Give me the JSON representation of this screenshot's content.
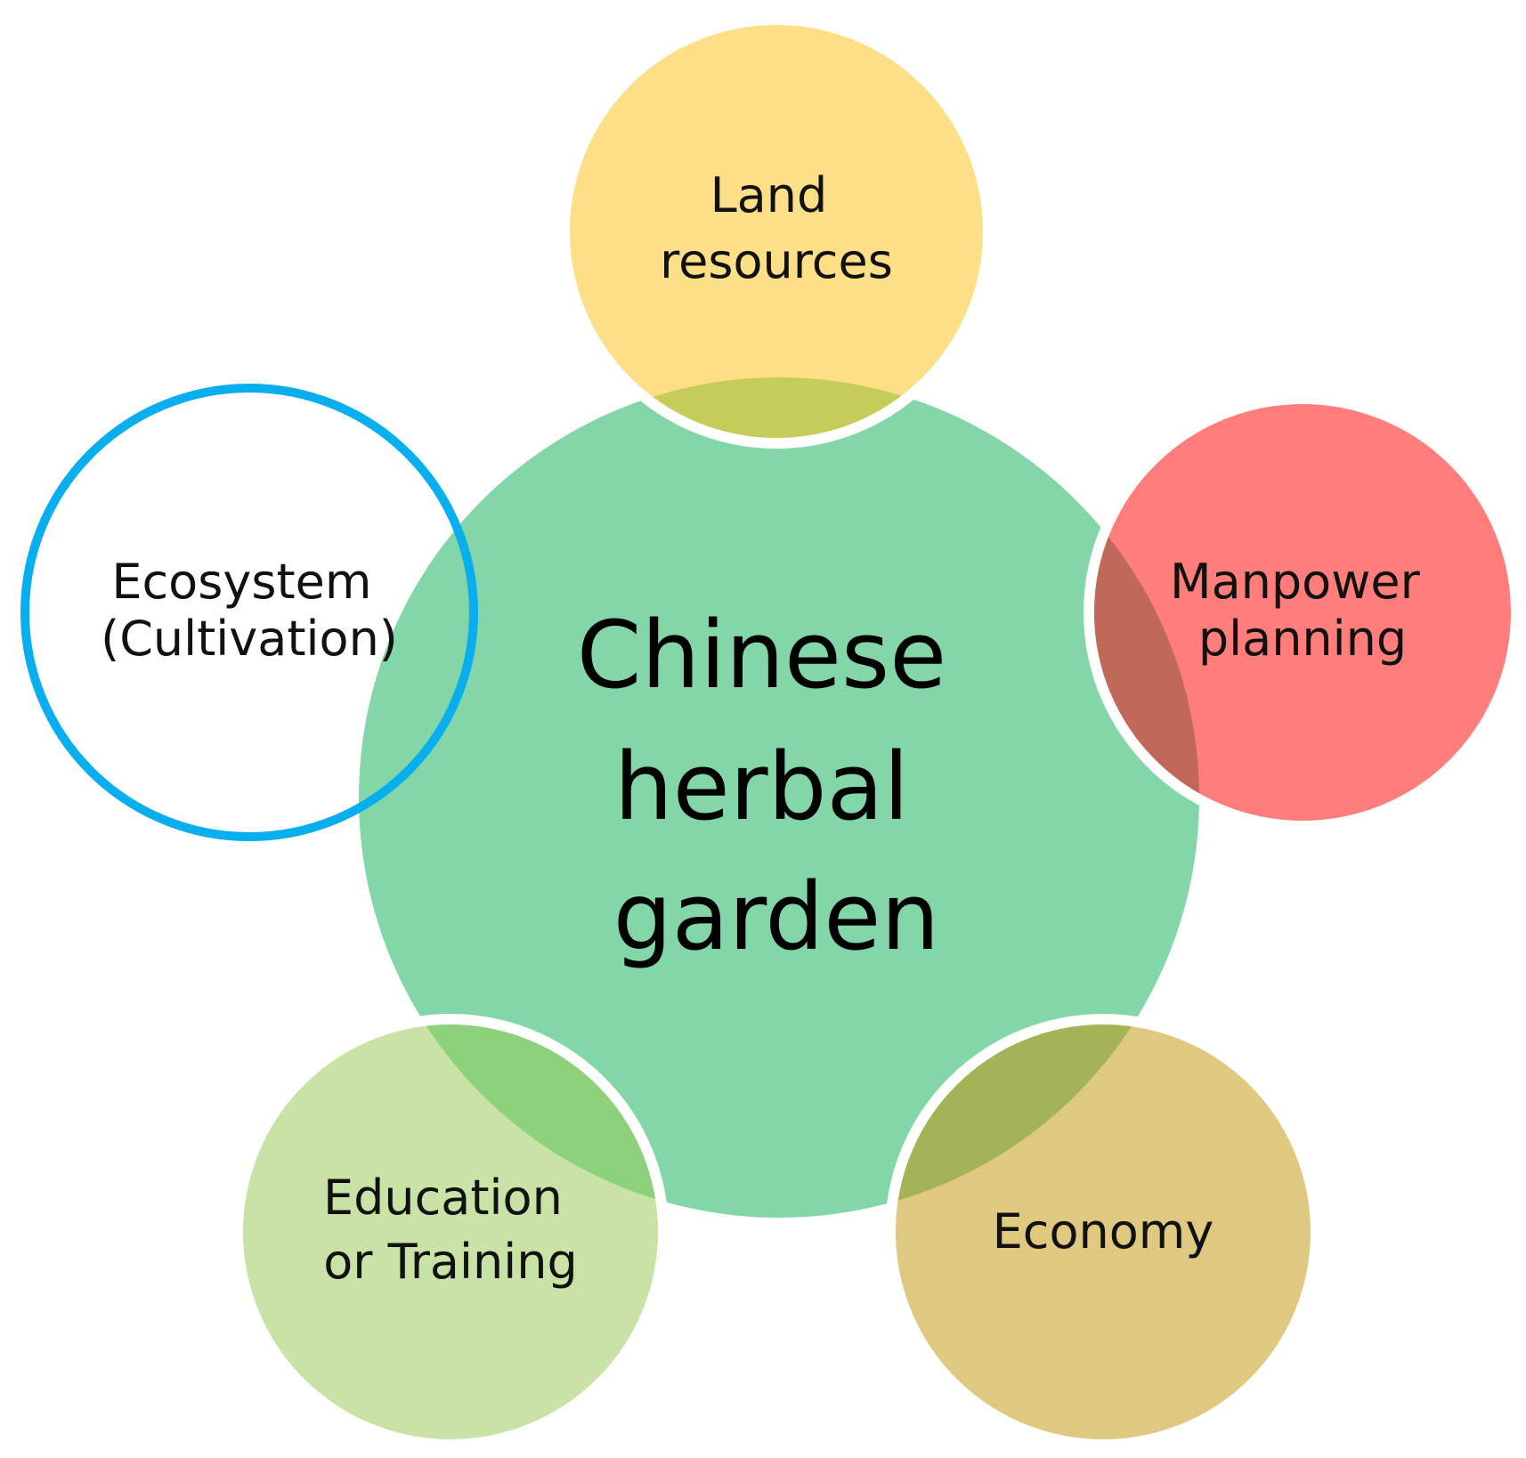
{
  "center": {
    "lines": [
      "Chinese",
      "herbal",
      "garden"
    ],
    "color": "#82D6A7"
  },
  "nodes": [
    {
      "id": "land-resources",
      "lines": [
        "Land",
        "resources"
      ],
      "fill": "#FDDF87",
      "overlap": "#C5CC5A"
    },
    {
      "id": "manpower-planning",
      "lines": [
        "Manpower",
        "planning"
      ],
      "fill": "#FF7E7C",
      "overlap": "#C0695A"
    },
    {
      "id": "economy",
      "lines": [
        "Economy"
      ],
      "fill": "#DFC87F",
      "overlap": "#A3B355"
    },
    {
      "id": "education-training",
      "lines": [
        "Education",
        "or Training"
      ],
      "fill": "#C8E3A5",
      "overlap": "#8DD17A"
    },
    {
      "id": "ecosystem-cultivation",
      "lines": [
        "Ecosystem",
        "(Cultivation)"
      ],
      "stroke": "#08AEEE",
      "text_color": "#1AA5E0"
    }
  ]
}
